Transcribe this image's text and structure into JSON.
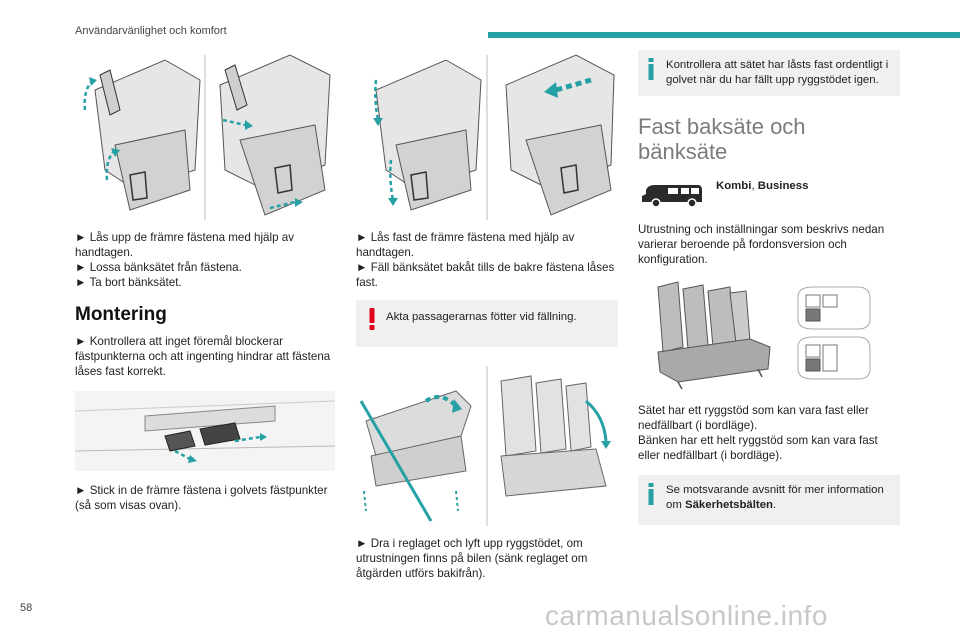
{
  "header": {
    "title": "Användarvänlighet och komfort"
  },
  "colors": {
    "accent": "#25a1a6",
    "warning": "#e2001a",
    "text": "#222222"
  },
  "col1": {
    "steps_top": [
      "► Lås upp de främre fästena med hjälp av handtagen.",
      "► Lossa bänksätet från fästena.",
      "► Ta bort bänksätet."
    ],
    "section_heading": "Montering",
    "montering_text": "► Kontrollera att inget föremål blockerar fästpunkterna och att ingenting hindrar att fästena låses fast korrekt.",
    "stick_text": "► Stick in de främre fästena i golvets fästpunkter (så som visas ovan)."
  },
  "col2": {
    "steps_top": [
      "► Lås fast de främre fästena med hjälp av handtagen.",
      "► Fäll bänksätet bakåt tills de bakre fästena låses fast."
    ],
    "warning_text": "Akta passagerarnas fötter vid fällning.",
    "bottom_text": "► Dra i reglaget och lyft upp ryggstödet, om utrustningen finns på bilen (sänk reglaget om åtgärden utförs bakifrån)."
  },
  "col3": {
    "info_top": "Kontrollera att sätet har låsts fast ordentligt i golvet när du har fällt upp ryggstödet igen.",
    "big_heading_line1": "Fast baksäte och",
    "big_heading_line2": "bänksäte",
    "versions_a": "Kombi",
    "versions_sep": ", ",
    "versions_b": "Business",
    "intro_text": "Utrustning och inställningar som beskrivs nedan varierar beroende på fordonsversion och konfiguration.",
    "seat_text_1": "Sätet har ett ryggstöd som kan vara fast eller nedfällbart (i bordläge).",
    "seat_text_2": "Bänken har ett helt ryggstöd som kan vara fast eller nedfällbart (i bordläge).",
    "info_bottom_prefix": "Se motsvarande avsnitt för mer information om ",
    "info_bottom_bold": "Säkerhetsbälten",
    "info_bottom_suffix": "."
  },
  "footer": {
    "page_number": "58",
    "watermark": "carmanualsonline.info"
  },
  "icons": {
    "info": "info-icon",
    "warning": "warning-icon",
    "van": "van-icon"
  }
}
